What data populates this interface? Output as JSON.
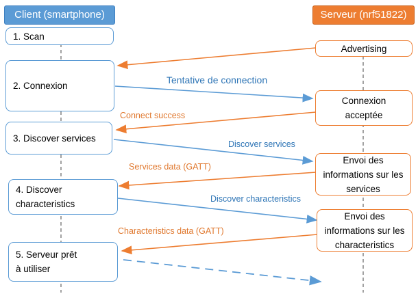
{
  "headers": {
    "client": "Client (smartphone)",
    "server": "Serveur (nrf51822)"
  },
  "client_steps": [
    "1. Scan",
    "2. Connexion",
    "3. Discover services",
    "4. Discover characteristics",
    "5. Serveur prêt à utiliser"
  ],
  "server_steps": [
    "Advertising",
    "Connexion acceptée",
    "Envoi des informations sur les services",
    "Envoi des informations sur les characteristics"
  ],
  "messages": [
    "Tentative de connection",
    "Connect success",
    "Discover services",
    "Services data (GATT)",
    "Discover characteristics",
    "Characteristics data (GATT)"
  ],
  "colors": {
    "client": "#5b9bd5",
    "server": "#ed7d31"
  }
}
